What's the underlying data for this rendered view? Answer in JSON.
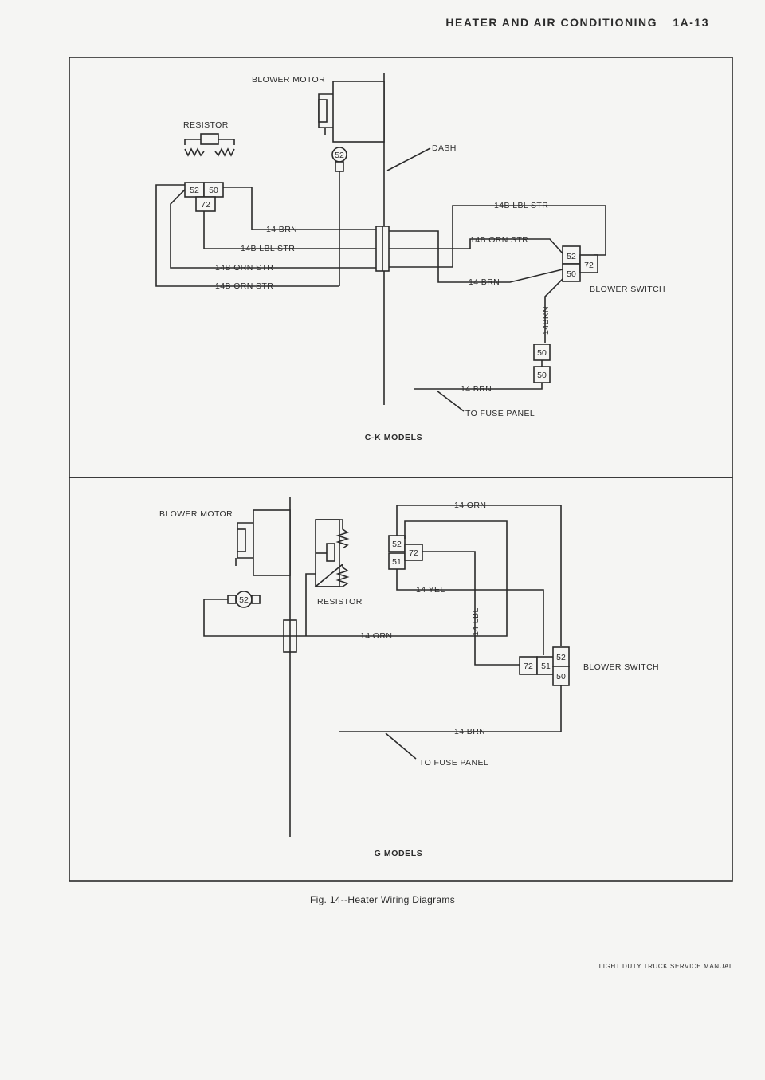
{
  "header": {
    "section": "HEATER AND AIR CONDITIONING",
    "page": "1A-13"
  },
  "ck": {
    "blower_motor": "BLOWER MOTOR",
    "resistor": "RESISTOR",
    "dash": "DASH",
    "resistor_terms": [
      "52",
      "50",
      "72"
    ],
    "motor_term": "52",
    "wire_brn": "14 BRN",
    "wire_lbl": "14B LBL STR",
    "wire_orn1": "14B ORN STR",
    "wire_orn2": "14B ORN STR",
    "wire_lbl_top": "14B LBL STR",
    "wire_orn_right": "14B ORN STR",
    "wire_brn_right": "14 BRN",
    "switch_terms": [
      "52",
      "50",
      "72"
    ],
    "blower_switch": "BLOWER SWITCH",
    "wire_brn_vert": "14BRN",
    "conn_terms": [
      "50",
      "50"
    ],
    "wire_brn_fuse": "14 BRN",
    "to_fuse": "TO FUSE PANEL",
    "title": "C-K MODELS"
  },
  "g": {
    "blower_motor": "BLOWER MOTOR",
    "resistor": "RESISTOR",
    "motor_term": "52",
    "resistor_terms": [
      "52",
      "51",
      "72"
    ],
    "wire_orn_top": "14 ORN",
    "wire_yel": "14 YEL",
    "wire_lbl": "14 LBL",
    "wire_orn": "14 ORN",
    "switch_terms": [
      "72",
      "51",
      "52",
      "50"
    ],
    "blower_switch": "BLOWER SWITCH",
    "wire_brn": "14 BRN",
    "to_fuse": "TO FUSE PANEL",
    "title": "G MODELS"
  },
  "caption": "Fig. 14--Heater Wiring Diagrams",
  "footer": "LIGHT DUTY TRUCK SERVICE MANUAL"
}
